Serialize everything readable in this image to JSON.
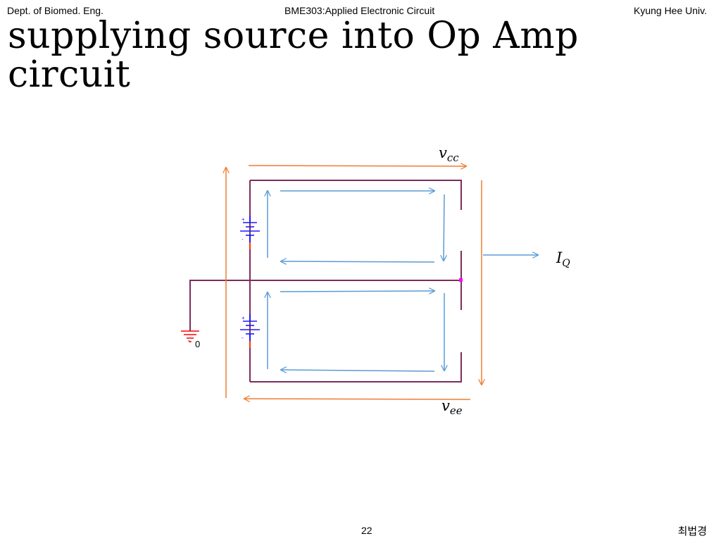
{
  "header": {
    "left": "Dept. of Biomed. Eng.",
    "center": "BME303:Applied Electronic Circuit",
    "right": "Kyung Hee Univ."
  },
  "title": "supplying source into Op Amp circuit",
  "diagram": {
    "vcc_label": {
      "base": "v",
      "sub": "cc"
    },
    "vee_label": {
      "base": "v",
      "sub": "ee"
    },
    "iq_label": {
      "base": "I",
      "sub": "Q"
    },
    "ground_node_label": "0",
    "colors": {
      "wire": "#7b2d5b",
      "supply_arrow": "#ed7d31",
      "current_arrow": "#5b9bd5",
      "battery": "#1a1aff",
      "battery_lead": "#ff3300",
      "ground": "#ff0000",
      "node_dot": "#ff00ff"
    }
  },
  "footer": {
    "page_number": "22",
    "author": "최법경"
  }
}
